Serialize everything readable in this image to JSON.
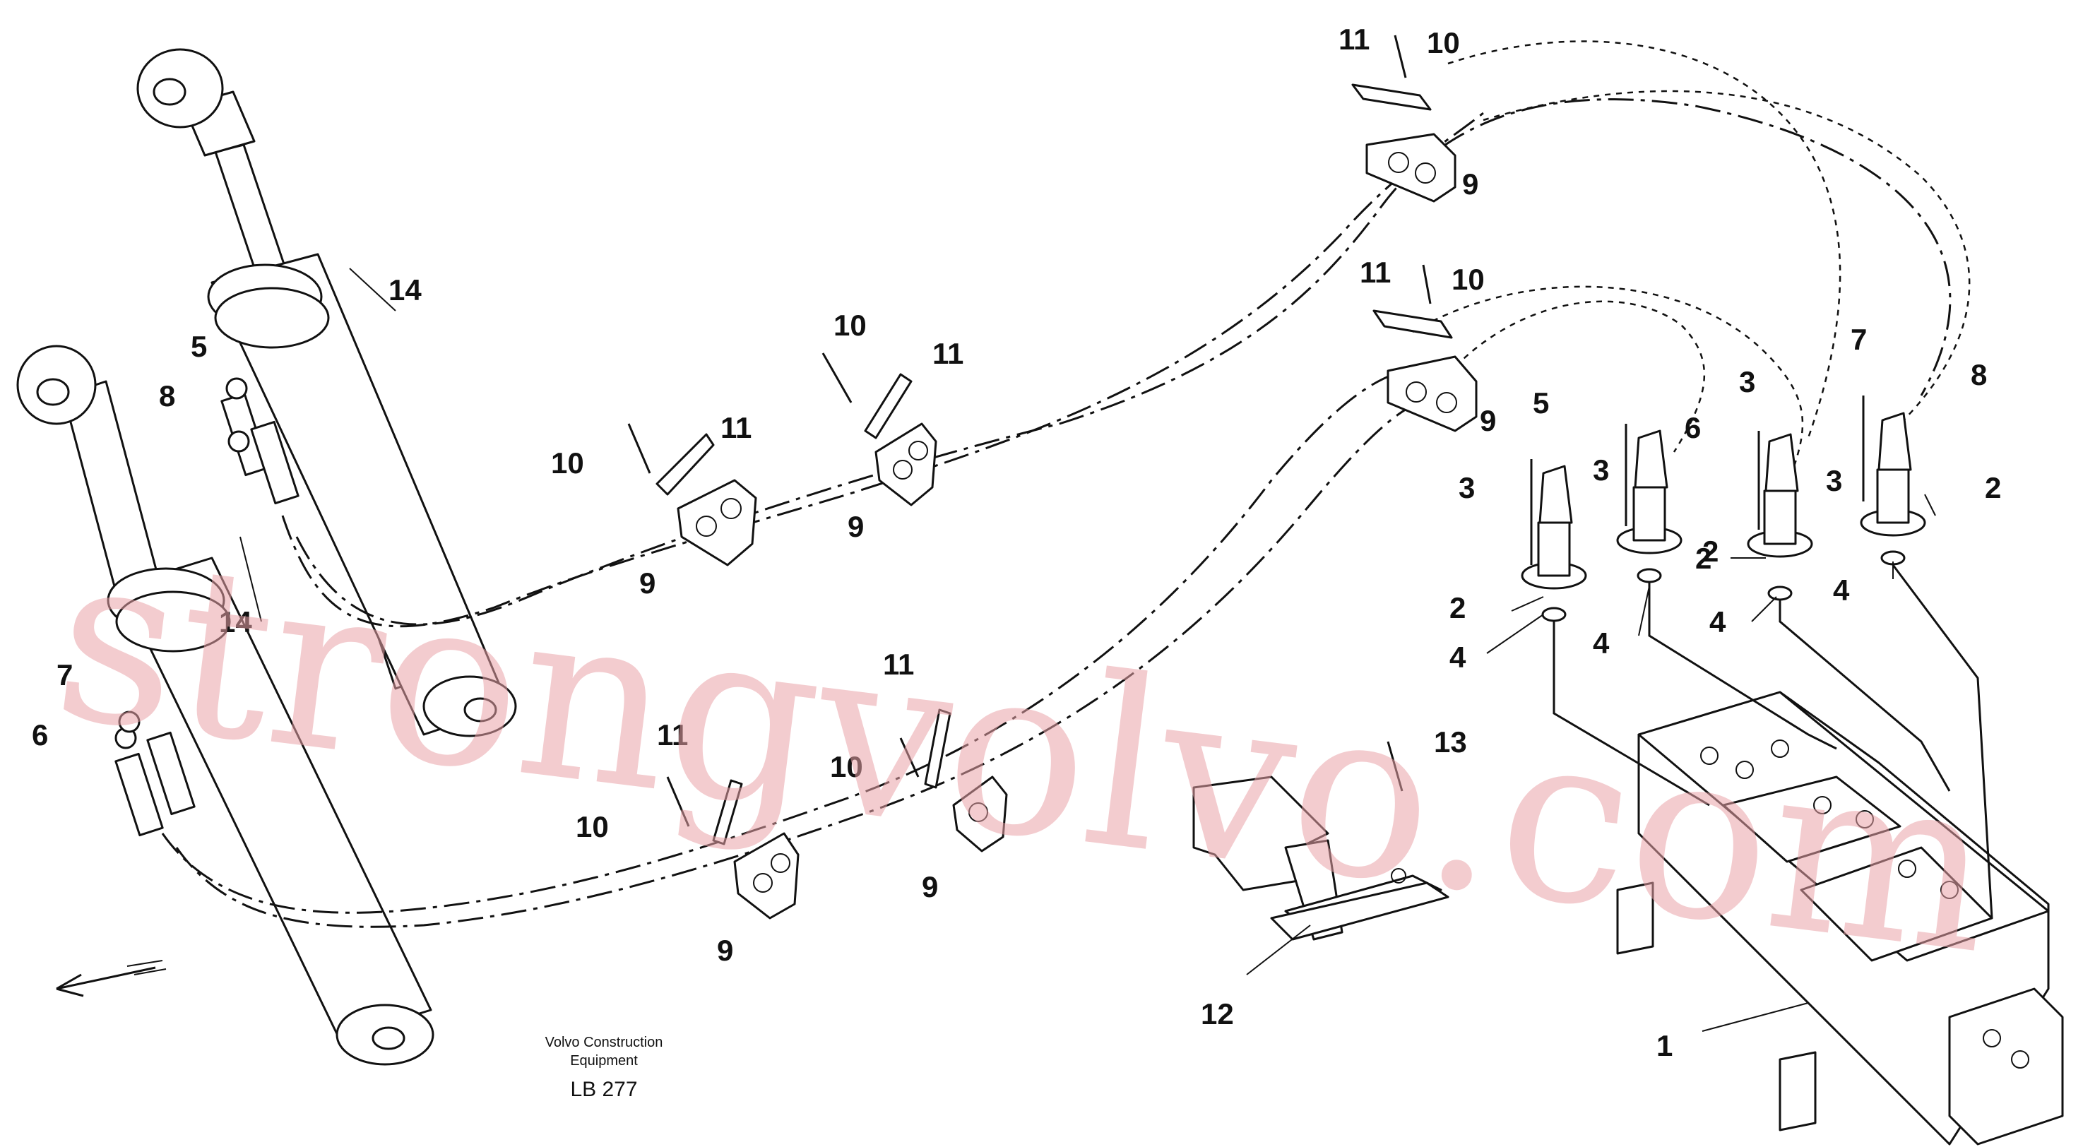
{
  "watermark": "strongvolvo.com",
  "caption": {
    "line1": "Volvo Construction",
    "line2": "Equipment",
    "code": "LB 277"
  },
  "callouts": [
    {
      "id": "c1",
      "text": "1"
    },
    {
      "id": "c2a",
      "text": "2"
    },
    {
      "id": "c2b",
      "text": "2"
    },
    {
      "id": "c2c",
      "text": "2"
    },
    {
      "id": "c2d",
      "text": "2"
    },
    {
      "id": "c3a",
      "text": "3"
    },
    {
      "id": "c3b",
      "text": "3"
    },
    {
      "id": "c3c",
      "text": "3"
    },
    {
      "id": "c3d",
      "text": "3"
    },
    {
      "id": "c4a",
      "text": "4"
    },
    {
      "id": "c4b",
      "text": "4"
    },
    {
      "id": "c4c",
      "text": "4"
    },
    {
      "id": "c4d",
      "text": "4"
    },
    {
      "id": "c5a",
      "text": "5"
    },
    {
      "id": "c5b",
      "text": "5"
    },
    {
      "id": "c6a",
      "text": "6"
    },
    {
      "id": "c6b",
      "text": "6"
    },
    {
      "id": "c7a",
      "text": "7"
    },
    {
      "id": "c7b",
      "text": "7"
    },
    {
      "id": "c8a",
      "text": "8"
    },
    {
      "id": "c8b",
      "text": "8"
    },
    {
      "id": "c9a",
      "text": "9"
    },
    {
      "id": "c9b",
      "text": "9"
    },
    {
      "id": "c9c",
      "text": "9"
    },
    {
      "id": "c9d",
      "text": "9"
    },
    {
      "id": "c9e",
      "text": "9"
    },
    {
      "id": "c9f",
      "text": "9"
    },
    {
      "id": "c10a",
      "text": "10"
    },
    {
      "id": "c10b",
      "text": "10"
    },
    {
      "id": "c10c",
      "text": "10"
    },
    {
      "id": "c10d",
      "text": "10"
    },
    {
      "id": "c10e",
      "text": "10"
    },
    {
      "id": "c10f",
      "text": "10"
    },
    {
      "id": "c11a",
      "text": "11"
    },
    {
      "id": "c11b",
      "text": "11"
    },
    {
      "id": "c11c",
      "text": "11"
    },
    {
      "id": "c11d",
      "text": "11"
    },
    {
      "id": "c11e",
      "text": "11"
    },
    {
      "id": "c11f",
      "text": "11"
    },
    {
      "id": "c12",
      "text": "12"
    },
    {
      "id": "c13",
      "text": "13"
    },
    {
      "id": "c14a",
      "text": "14"
    },
    {
      "id": "c14b",
      "text": "14"
    }
  ]
}
